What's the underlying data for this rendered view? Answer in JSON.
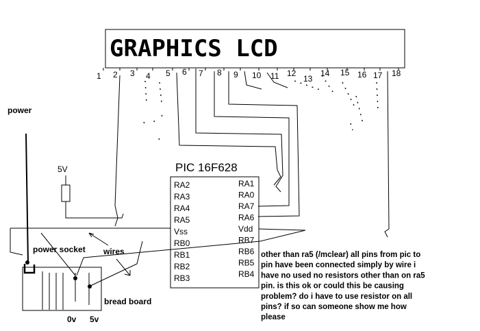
{
  "lcd": {
    "title": "GRAPHICS LCD",
    "pins": [
      "1",
      "2",
      "3",
      "4",
      "5",
      "6",
      "7",
      "8",
      "9",
      "10",
      "11",
      "12",
      "13",
      "14",
      "15",
      "16",
      "17",
      "18"
    ]
  },
  "pic": {
    "title": "PIC 16F628",
    "left_pins": [
      "RA2",
      "RA3",
      "RA4",
      "RA5",
      "Vss",
      "RB0",
      "RB1",
      "RB2",
      "RB3"
    ],
    "right_pins": [
      "RA1",
      "RA0",
      "RA7",
      "RA6",
      "Vdd",
      "RB7",
      "RB6",
      "RB5",
      "RB4"
    ]
  },
  "labels": {
    "power": "power",
    "five_v": "5V",
    "power_socket": "power socket",
    "wires": "wires",
    "bread_board": "bread board",
    "zero_v": "0v",
    "five_v_rail": "5v"
  },
  "note": [
    "other than ra5 (/mclear) all pins from pic to",
    "pin have been connected simply by wire i",
    "have no used no resistors other than on ra5",
    "pin.  is this ok or could this be causing",
    "problem?  do i have to use resistor on all",
    "pins?  if so can someone show me how",
    "please"
  ]
}
